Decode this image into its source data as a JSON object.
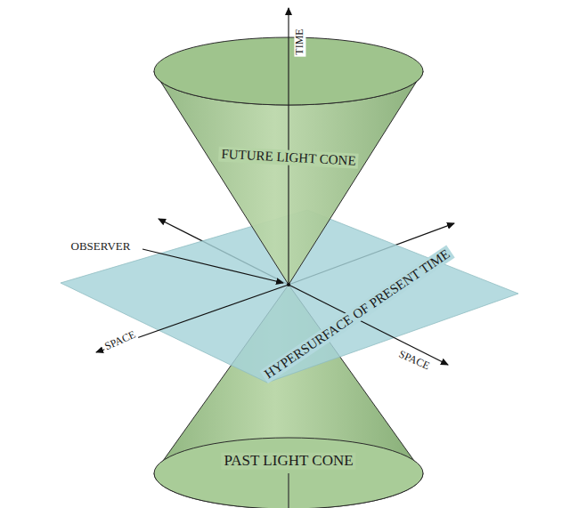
{
  "diagram": {
    "nodes": [
      {
        "text": [
          "FUTURE LIGHT CONE"
        ]
      },
      {
        "text": [
          "HYPERSURFACE OF PRESENT TIME"
        ]
      },
      {
        "text": [
          "PAST LIGHT CONE"
        ]
      }
    ],
    "labels": [
      "TIME",
      "OBSERVER",
      "SPACE",
      "SPACE"
    ]
  }
}
